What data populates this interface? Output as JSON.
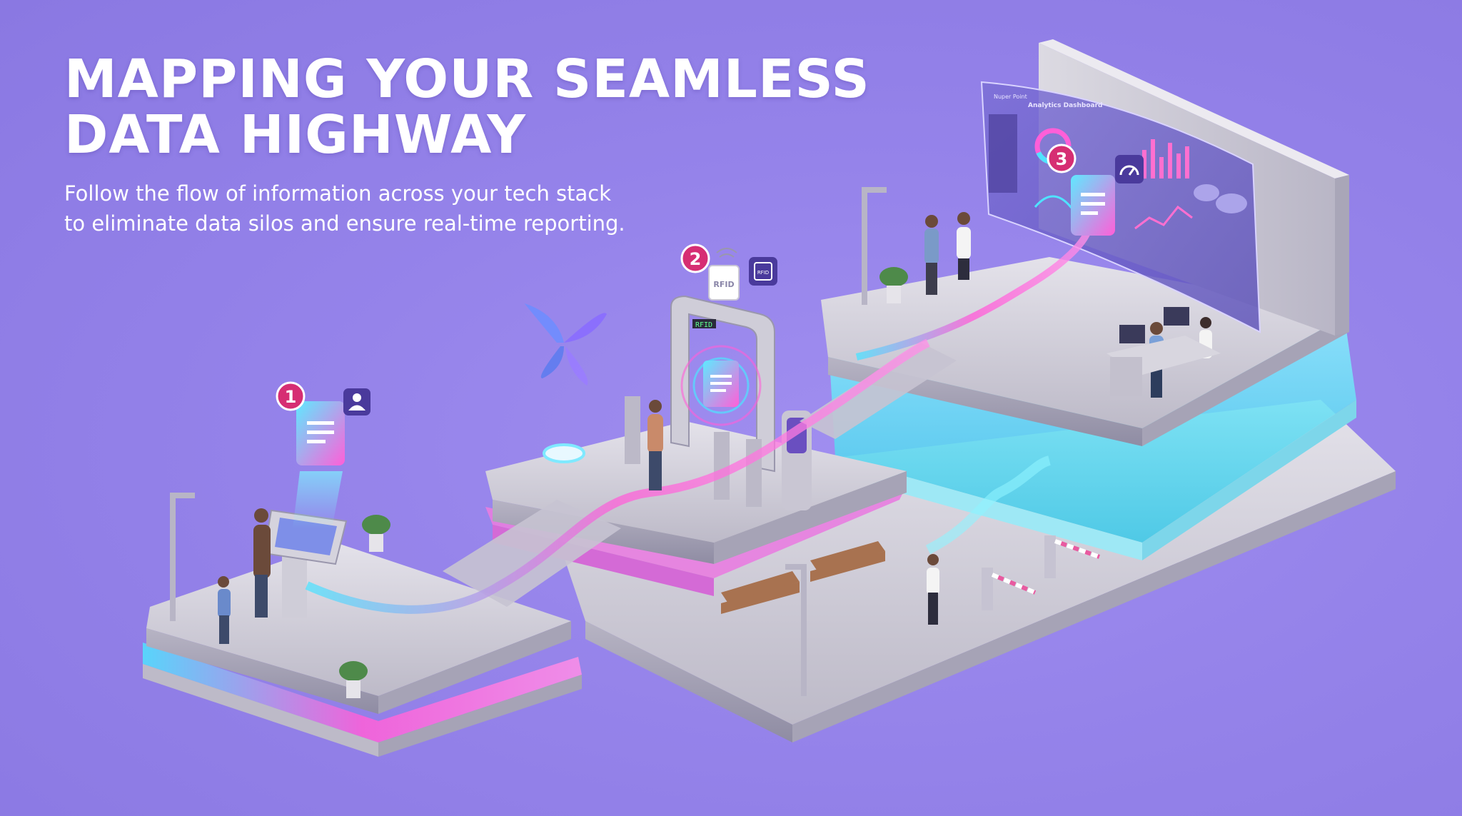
{
  "hero": {
    "title_line1": "MAPPING YOUR SEAMLESS",
    "title_line2": "DATA HIGHWAY",
    "subtitle_line1": "Follow the flow of information across your tech stack",
    "subtitle_line2": "to eliminate data silos and ensure real-time reporting."
  },
  "steps": [
    {
      "number": "1",
      "icon": "user-icon"
    },
    {
      "number": "2",
      "icon": "rfid-icon",
      "badge_label": "RFID"
    },
    {
      "number": "3",
      "icon": "gauge-icon"
    }
  ],
  "dashboard": {
    "title": "Analytics Dashboard",
    "brand": "Nuper Point"
  },
  "gate_display": "RFID",
  "colors": {
    "background": "#9583ea",
    "step_badge": "#d62e73",
    "icon_tile": "#4a3a9c",
    "glow_pink": "#ff5fd8",
    "glow_cyan": "#4fe3ff"
  }
}
